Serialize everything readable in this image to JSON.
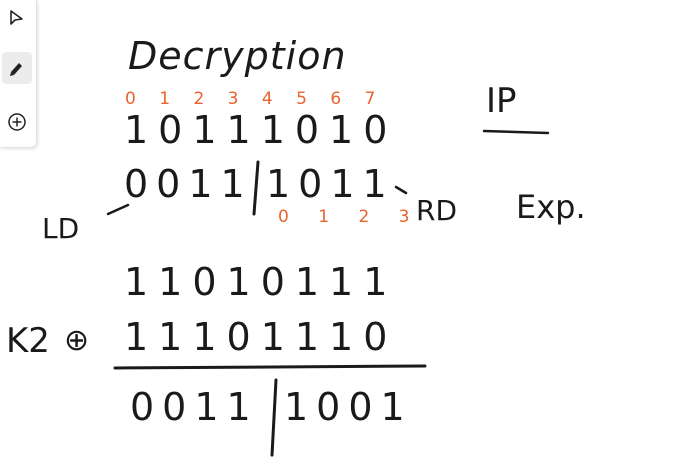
{
  "toolbar": {
    "tools": [
      {
        "name": "select",
        "icon": "cursor-icon",
        "active": false
      },
      {
        "name": "pen",
        "icon": "pen-icon",
        "active": true
      },
      {
        "name": "add",
        "icon": "plus-circle-icon",
        "active": false
      }
    ]
  },
  "board": {
    "title": "Decryption",
    "index_top": "0 1 2 3 4 5 6 7",
    "row1": "10111010",
    "row2_left": "0011",
    "row2_right": "1011",
    "index_right": "0 1 2 3",
    "ip_label": "IP",
    "ld_label": "LD",
    "rd_label": "RD",
    "exp_label": "Exp.",
    "row3": "11010111",
    "k2_label": "K2",
    "xor_symbol": "⊕",
    "row4": "11101110",
    "result_left": "0011",
    "result_right": "1001"
  },
  "colors": {
    "ink": "#1a1a1a",
    "accent_ink": "#e8632e"
  }
}
